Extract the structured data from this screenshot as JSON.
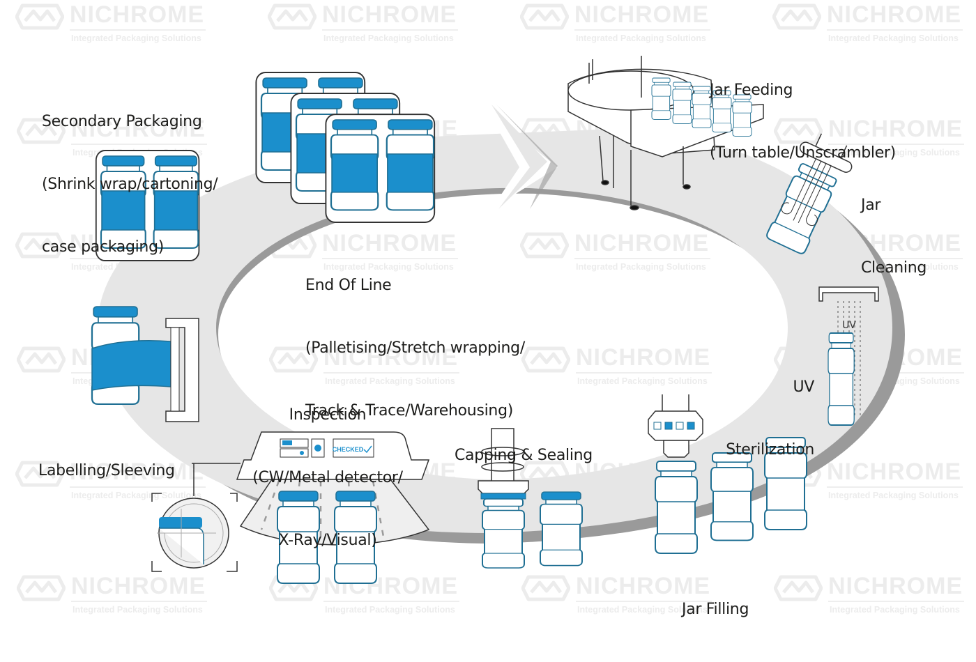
{
  "brand": {
    "name": "NICHROME",
    "tagline": "Integrated Packaging Solutions"
  },
  "colors": {
    "ring": "#e6e6e6",
    "ring_shadow": "#9a9a9a",
    "jar_outline": "#1f6f93",
    "jar_fill_blue": "#1b8fcc",
    "line": "#333333",
    "watermark": "#ececec"
  },
  "stages": [
    {
      "id": "jar-feeding",
      "lines": [
        "Jar Feeding",
        "(Turn table/Unscrambler)"
      ]
    },
    {
      "id": "jar-cleaning",
      "lines": [
        "Jar",
        "Cleaning"
      ]
    },
    {
      "id": "uv-sterilization",
      "lines": [
        "UV",
        "Sterilization"
      ]
    },
    {
      "id": "jar-filling",
      "lines": [
        "Jar Filling"
      ]
    },
    {
      "id": "capping-sealing",
      "lines": [
        "Capping & Sealing"
      ]
    },
    {
      "id": "inspection",
      "lines": [
        "Inspection",
        "(CW/Metal detector/",
        "X-Ray/Visual)"
      ]
    },
    {
      "id": "labelling-sleeving",
      "lines": [
        "Labelling/Sleeving"
      ]
    },
    {
      "id": "secondary-packaging",
      "lines": [
        "Secondary Packaging",
        "(Shrink wrap/cartoning/",
        "case packaging)"
      ]
    },
    {
      "id": "end-of-line",
      "lines": [
        "End Of Line",
        "(Palletising/Stretch wrapping/",
        "Track & Trace/Warehousing)"
      ]
    }
  ],
  "icons": {
    "uv_text": "UV",
    "checked_text": "CHECKED"
  }
}
